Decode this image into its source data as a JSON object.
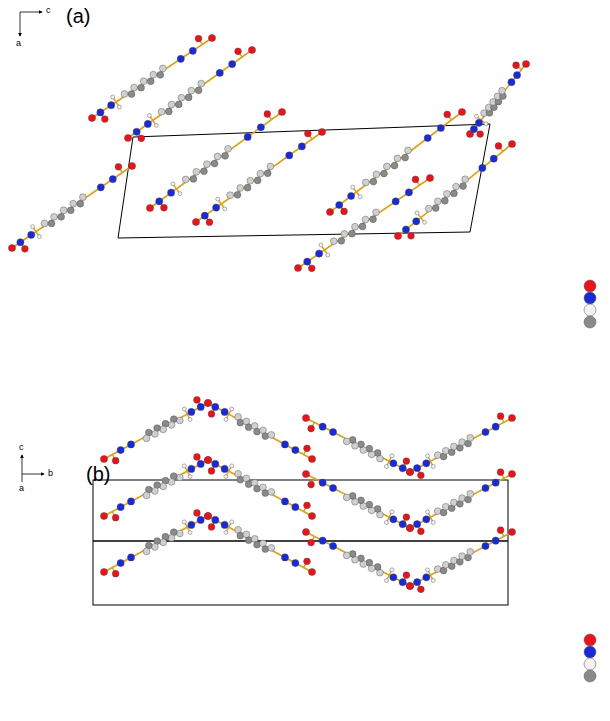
{
  "diagram": {
    "labels": [
      "(a)",
      "c",
      "a",
      "(b)",
      "c",
      "b",
      "a"
    ]
  }
}
